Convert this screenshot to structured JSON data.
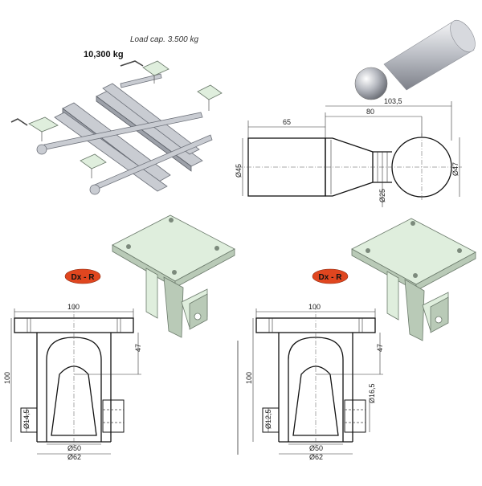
{
  "header": {
    "load_capacity": "Load cap. 3.500 kg",
    "weight": "10,300 kg"
  },
  "ball_drawing": {
    "dim_total": "103,5",
    "dim_shaft": "65",
    "dim_neck": "80",
    "dim_shaft_dia": "Ø45",
    "dim_neck_dia": "Ø25",
    "dim_ball_dia": "Ø47"
  },
  "support_left": {
    "badge": "Dx - R",
    "dim_width": "100",
    "dim_height": "100",
    "dim_47": "47",
    "dim_hole": "Ø14,5",
    "dim_inner": "Ø50",
    "dim_outer": "Ø62"
  },
  "support_right": {
    "badge": "Dx - R",
    "dim_width": "100",
    "dim_height": "100",
    "dim_47": "47",
    "dim_hole": "Ø12,5",
    "dim_pin": "Ø16,5",
    "dim_inner": "Ø50",
    "dim_outer": "Ø62"
  },
  "colors": {
    "badge_fill": "#e0461f",
    "plate": "#dfeedd",
    "steel": "#c9ccd2"
  }
}
